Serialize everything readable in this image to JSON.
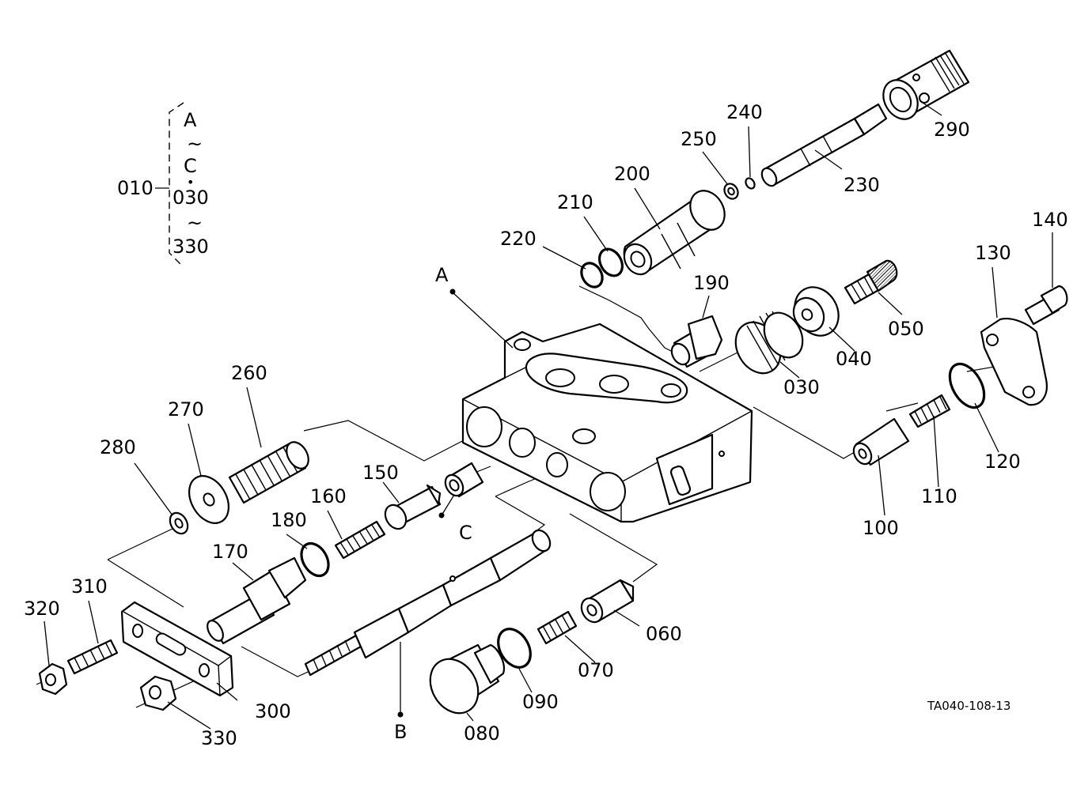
{
  "group": {
    "assembly": "010",
    "range": [
      "A",
      "~",
      "C",
      "•",
      "030",
      "~",
      "330"
    ]
  },
  "points": {
    "a": "A",
    "b": "B",
    "c": "C"
  },
  "parts": {
    "p030": "030",
    "p040": "040",
    "p050": "050",
    "p060": "060",
    "p070": "070",
    "p080": "080",
    "p090": "090",
    "p100": "100",
    "p110": "110",
    "p120": "120",
    "p130": "130",
    "p140": "140",
    "p150": "150",
    "p160": "160",
    "p170": "170",
    "p180": "180",
    "p190": "190",
    "p200": "200",
    "p210": "210",
    "p220": "220",
    "p230": "230",
    "p240": "240",
    "p250": "250",
    "p260": "260",
    "p270": "270",
    "p280": "280",
    "p290": "290",
    "p300": "300",
    "p310": "310",
    "p320": "320",
    "p330": "330"
  },
  "drawing_ref": "TA040-108-13"
}
